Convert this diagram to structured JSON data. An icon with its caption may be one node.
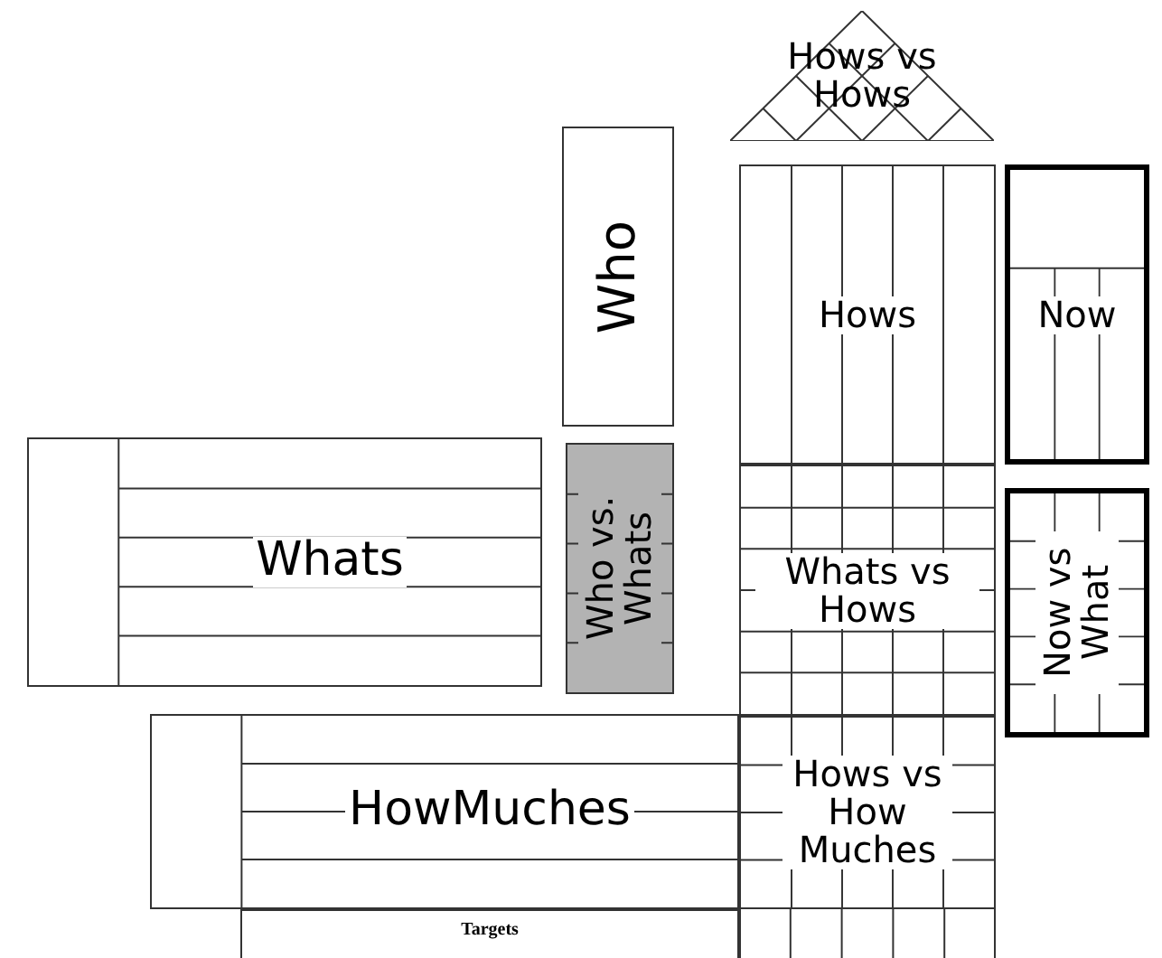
{
  "diagram": {
    "nodes": [
      {
        "text": [
          "Hows vs Hows"
        ]
      },
      {
        "text": [
          "Who"
        ]
      },
      {
        "text": [
          "Hows"
        ]
      },
      {
        "text": [
          "Now"
        ]
      },
      {
        "text": [
          "Whats"
        ]
      },
      {
        "text": [
          "Who vs. Whats"
        ]
      },
      {
        "text": [
          "Whats vs Hows"
        ]
      },
      {
        "text": [
          "Now vs What"
        ]
      },
      {
        "text": [
          "HowMuches"
        ]
      },
      {
        "text": [
          "Hows vs How Muches"
        ]
      },
      {
        "text": [
          "Targets"
        ]
      }
    ]
  }
}
